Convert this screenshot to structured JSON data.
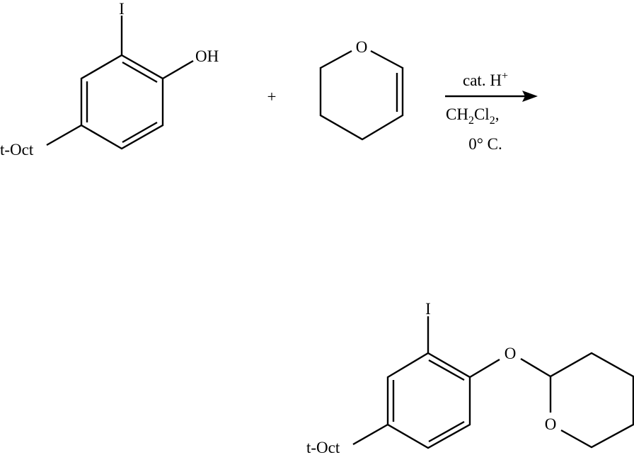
{
  "reactant1": {
    "iodo": "I",
    "hydroxyl": "OH",
    "substituent": "t-Oct"
  },
  "plus": "+",
  "reactant2": {
    "ring_oxygen": "O"
  },
  "conditions": {
    "above_cat": "cat. H",
    "above_sup": "+",
    "solvent_c": "CH",
    "solvent_sub1": "2",
    "solvent_cl": "Cl",
    "solvent_sub2": "2",
    "solvent_comma": ",",
    "temperature": "0° C."
  },
  "product": {
    "iodo": "I",
    "ether_oxygen": "O",
    "ring_oxygen": "O",
    "substituent": "t-Oct"
  }
}
